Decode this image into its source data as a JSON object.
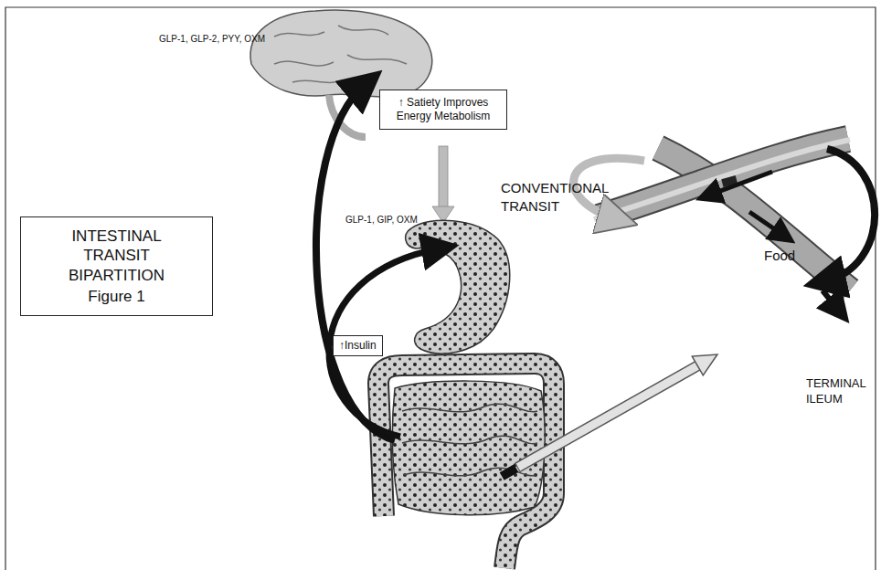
{
  "diagram": {
    "nodes": [
      {
        "text": [
          "INTESTINAL TRANSIT BIPARTITION",
          "Figure 1"
        ]
      },
      {
        "text": [
          "↑ Satiety Improves Energy Metabolism"
        ]
      },
      {
        "text": [
          "↑Insulin"
        ]
      }
    ],
    "labels": [
      "GLP-1, GLP-2, PYY, OXM",
      "GLP-1, GIP, OXM",
      "CONVENTIONAL TRANSIT",
      "Food",
      "TERMINAL ILEUM"
    ]
  }
}
